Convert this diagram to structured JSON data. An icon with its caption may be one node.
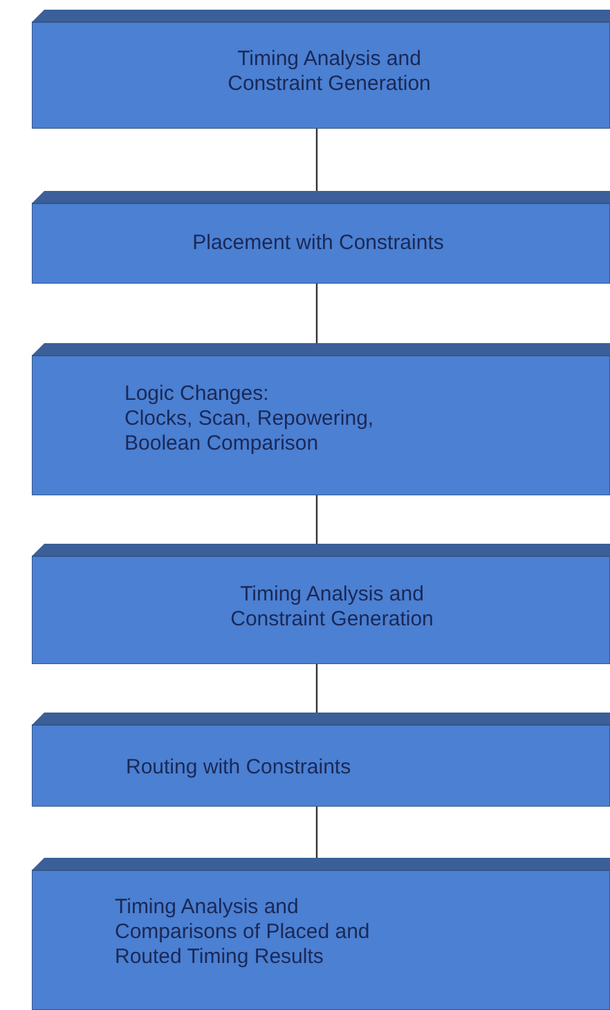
{
  "diagram": {
    "nodes": [
      {
        "text": [
          "Timing Analysis and Constraint Generation"
        ]
      },
      {
        "text": [
          "Placement with Constraints"
        ]
      },
      {
        "text": [
          "Logic Changes:",
          "Clocks, Scan, Repowering, Boolean Comparison"
        ]
      },
      {
        "text": [
          "Timing Analysis and Constraint Generation"
        ]
      },
      {
        "text": [
          "Routing with Constraints"
        ]
      },
      {
        "text": [
          "Timing Analysis and Comparisons of Placed and Routed Timing Results"
        ]
      }
    ],
    "edges": [
      {
        "from": 0,
        "to": 1,
        "arrow": "none"
      },
      {
        "from": 1,
        "to": 2,
        "arrow": "none"
      },
      {
        "from": 2,
        "to": 3,
        "arrow": "none"
      },
      {
        "from": 3,
        "to": 4,
        "arrow": "none"
      },
      {
        "from": 4,
        "to": 5,
        "arrow": "none"
      }
    ]
  }
}
